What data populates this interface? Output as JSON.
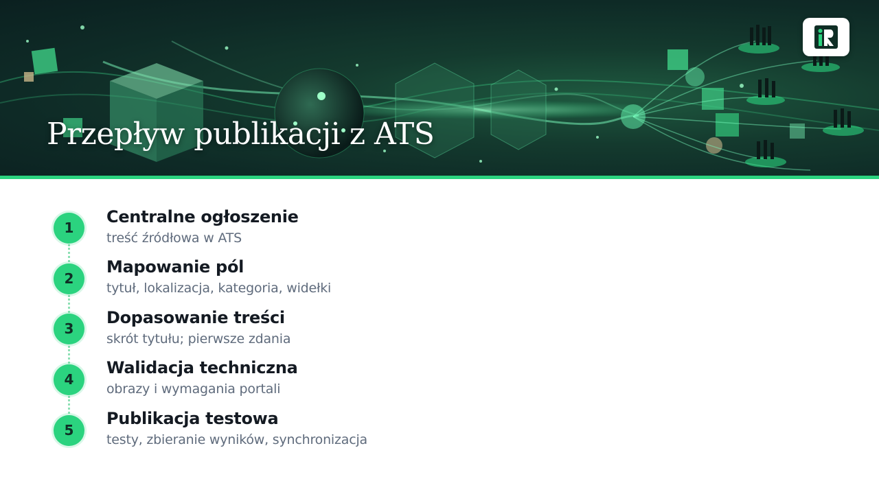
{
  "slide": {
    "title": "Przepływ publikacji z ATS"
  },
  "logo": {
    "icon": "ir-logo-icon"
  },
  "steps": [
    {
      "number": "1",
      "title": "Centralne ogłoszenie",
      "description": "treść źródłowa w ATS"
    },
    {
      "number": "2",
      "title": "Mapowanie pól",
      "description": "tytuł, lokalizacja, kategoria, widełki"
    },
    {
      "number": "3",
      "title": "Dopasowanie treści",
      "description": "skrót tytułu; pierwsze zdania"
    },
    {
      "number": "4",
      "title": "Walidacja techniczna",
      "description": "obrazy i wymagania portali"
    },
    {
      "number": "5",
      "title": "Publikacja testowa",
      "description": "testy, zbieranie wyników, synchronizacja"
    }
  ],
  "colors": {
    "accent": "#2bd37f",
    "banner_dark": "#0e2a26",
    "title_text": "#141a22",
    "desc_text": "#5f6b7c"
  }
}
